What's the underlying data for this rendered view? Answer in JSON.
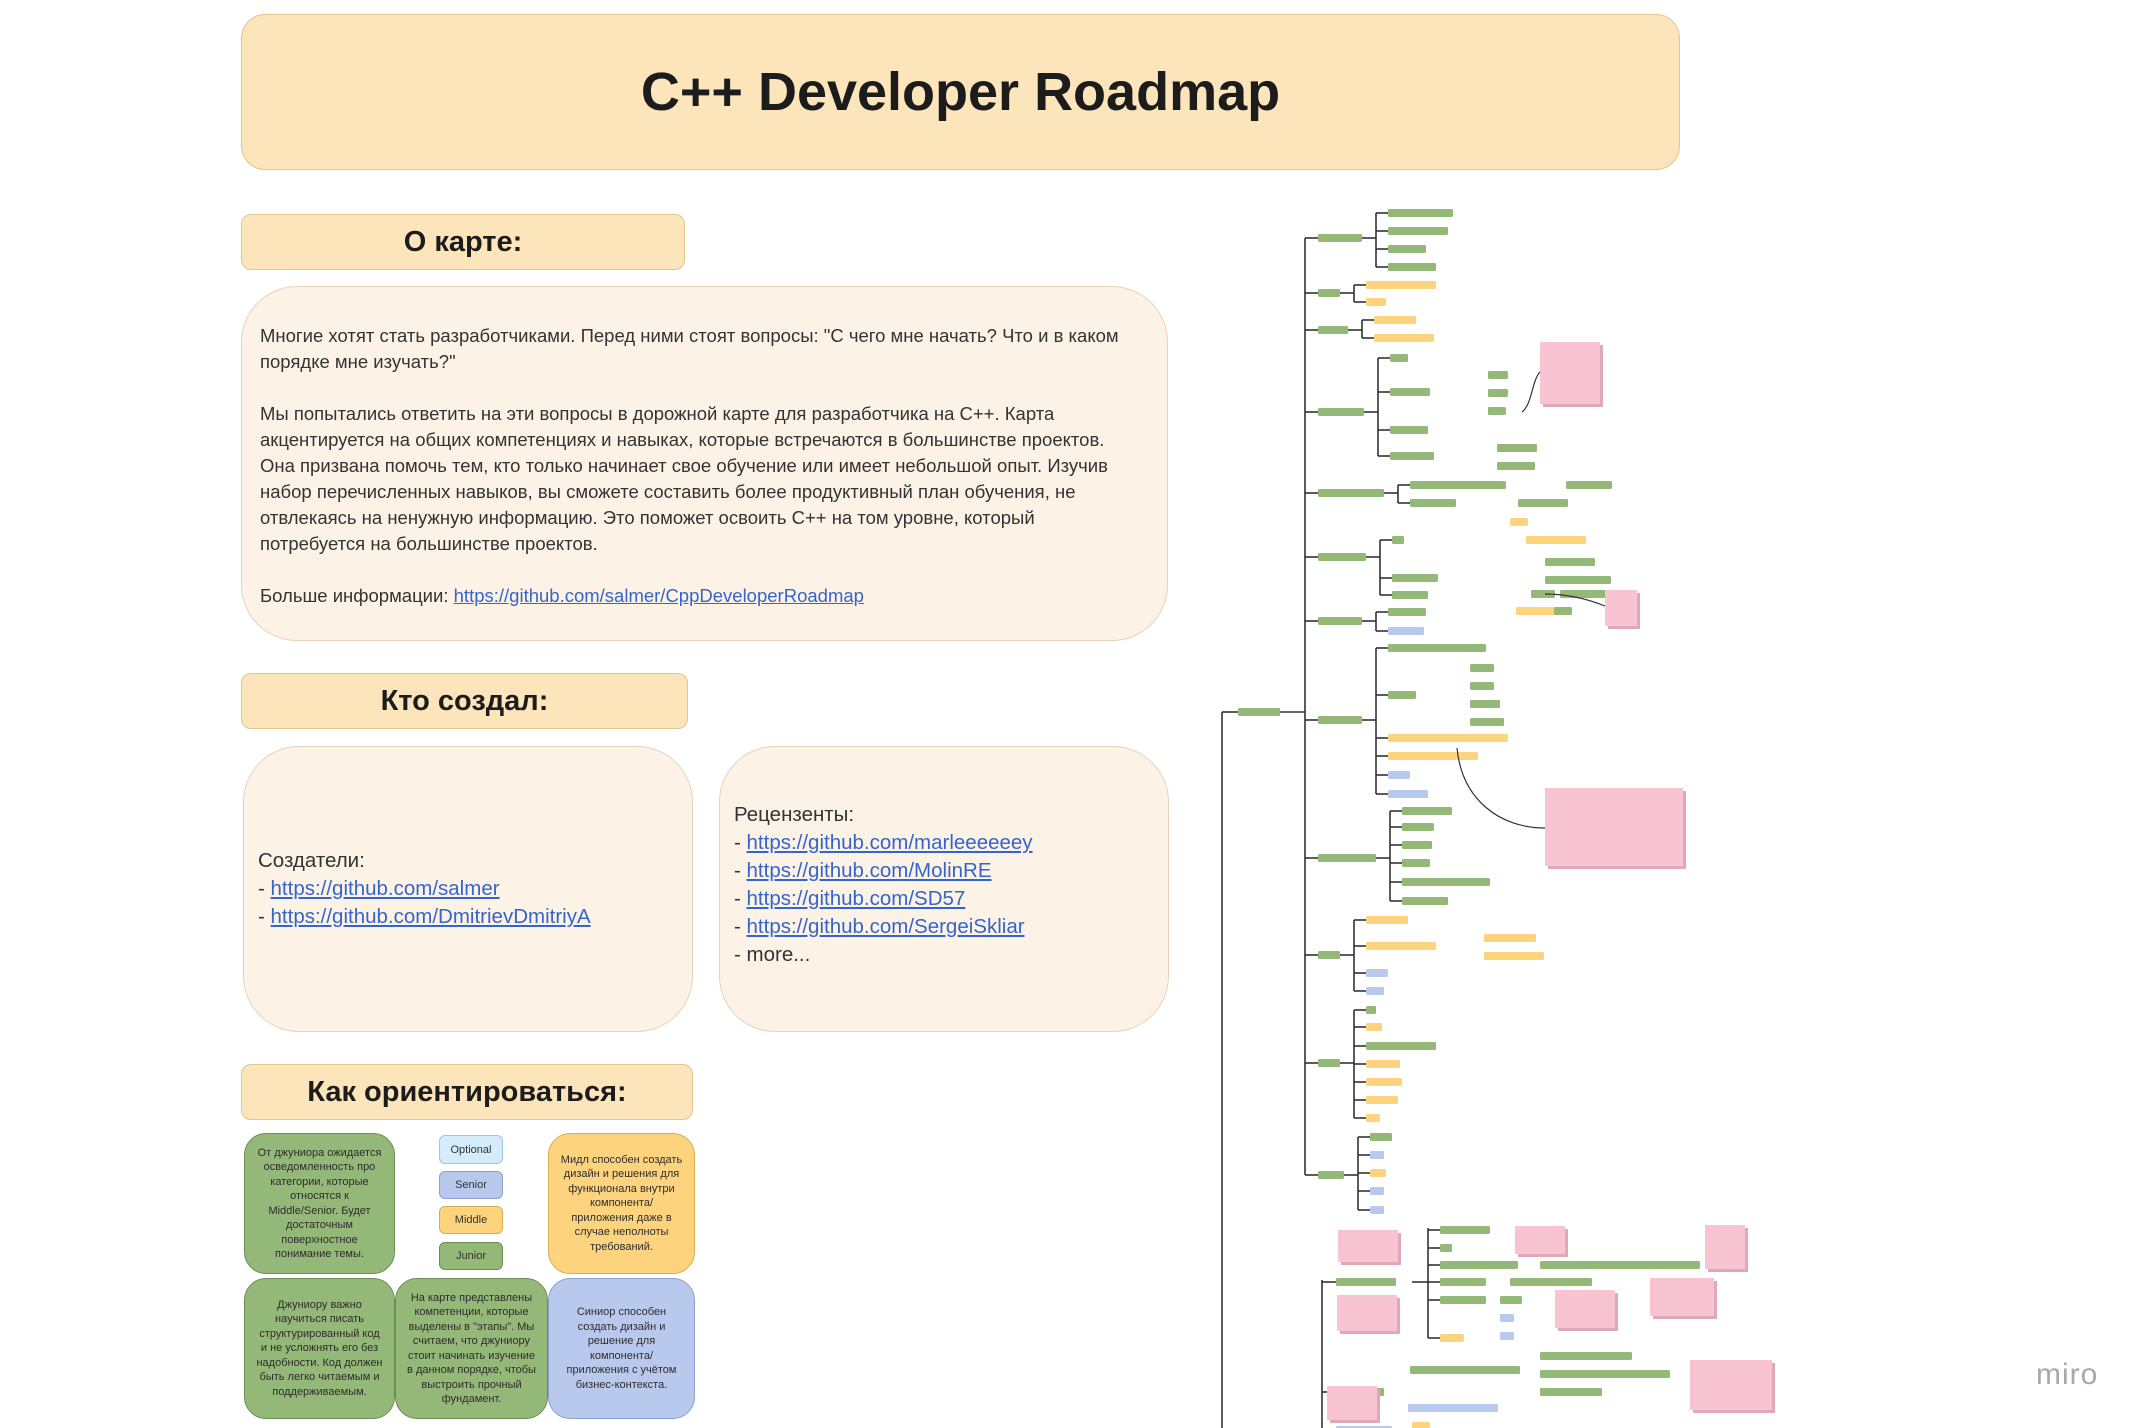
{
  "header": {
    "title": "C++ Developer Roadmap"
  },
  "about": {
    "heading": "О карте:",
    "p1": "Многие хотят стать разработчиками. Перед ними стоят вопросы: \"С чего мне начать? Что и в каком порядке мне изучать?\"",
    "p2": "Мы попытались ответить на эти вопросы в дорожной карте для разработчика на С++. Карта акцентируется на общих компетенциях и навыках, которые встречаются в большинстве проектов. Она призвана помочь тем, кто только начинает свое обучение или имеет небольшой опыт. Изучив набор перечисленных навыков, вы сможете составить более продуктивный план обучения, не отвлекаясь на ненужную информацию. Это поможет освоить С++ на том уровне, который потребуется на большинстве проектов.",
    "more_label": "Больше информации: ",
    "more_link": "https://github.com/salmer/CppDeveloperRoadmap"
  },
  "authors": {
    "heading": "Кто создал:",
    "creators_label": "Создатели:",
    "creators": [
      "https://github.com/salmer",
      "https://github.com/DmitrievDmitriyA"
    ],
    "reviewers_label": "Рецензенты:",
    "reviewers": [
      "https://github.com/marleeeeeey",
      "https://github.com/MolinRE",
      "https://github.com/SD57",
      "https://github.com/SergeiSkliar"
    ],
    "more": "- more..."
  },
  "legend": {
    "heading": "Как ориентироваться:",
    "junior_box": "От джуниора ожидается осведомленность про категории, которые относятся к Middle/Senior. Будет достаточным поверхностное понимание темы.",
    "middle_box": "Мидл способен создать дизайн и решения для функционала внутри компонента/приложения даже в случае неполноты требований.",
    "junior_code_box": "Джуниору важно научиться писать структурированный код и не усложнять его без надобности. Код должен быть легко читаемым и поддерживаемым.",
    "stages_box": "На карте представлены компетенции, которые выделены в \"этапы\". Мы считаем, что джуниору стоит начинать изучение в данном порядке, чтобы выстроить прочный фундамент.",
    "senior_box": "Синиор способен создать дизайн и решение для компонента/приложения с учётом бизнес-контекста.",
    "tags": {
      "optional": "Optional",
      "senior": "Senior",
      "middle": "Middle",
      "junior": "Junior"
    },
    "colors": {
      "junior": "#94b877",
      "middle": "#fdd47d",
      "senior": "#b9c8ed",
      "optional": "#d4ecfb",
      "note": "#f9c4d2"
    }
  },
  "watermark": "miro"
}
